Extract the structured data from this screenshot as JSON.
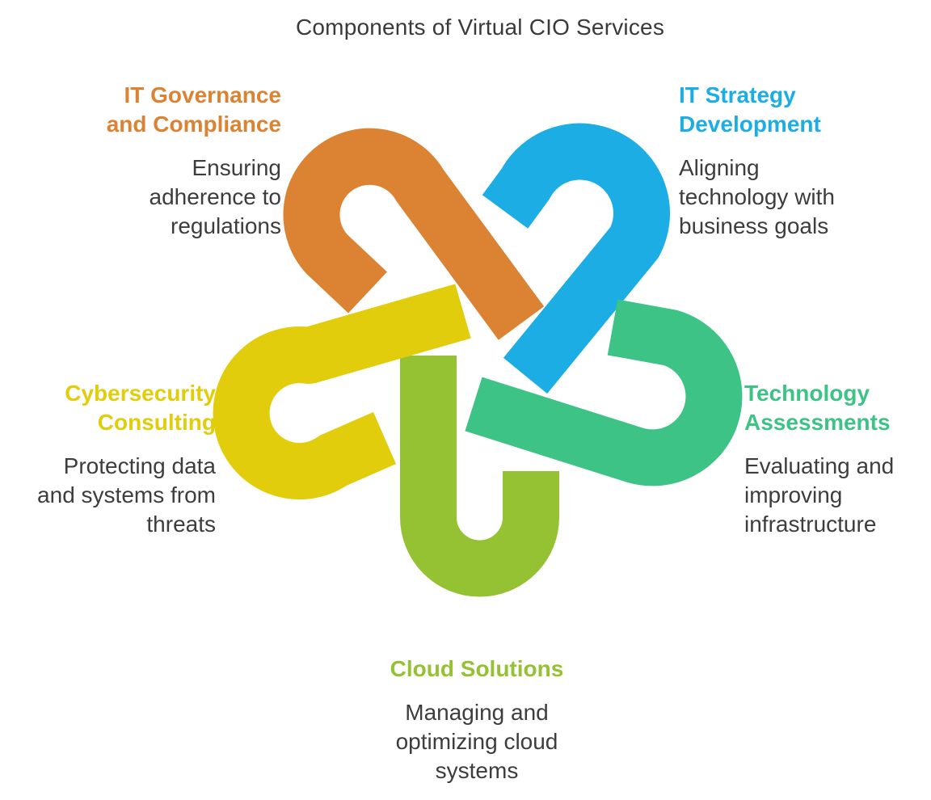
{
  "title": "Components of Virtual CIO Services",
  "components": [
    {
      "id": "governance",
      "heading": [
        "IT Governance",
        "and Compliance"
      ],
      "description": [
        "Ensuring",
        "adherence to",
        "regulations"
      ],
      "color": "#DB8332"
    },
    {
      "id": "strategy",
      "heading": [
        "IT Strategy",
        "Development"
      ],
      "description": [
        "Aligning",
        "technology with",
        "business goals"
      ],
      "color": "#1BADE3"
    },
    {
      "id": "assessments",
      "heading": [
        "Technology",
        "Assessments"
      ],
      "description": [
        "Evaluating and",
        "improving",
        "infrastructure"
      ],
      "color": "#3DC385"
    },
    {
      "id": "cloud",
      "heading": [
        "Cloud Solutions"
      ],
      "description": [
        "Managing and",
        "optimizing cloud",
        "systems"
      ],
      "color": "#95C232"
    },
    {
      "id": "cybersecurity",
      "heading": [
        "Cybersecurity",
        "Consulting"
      ],
      "description": [
        "Protecting data",
        "and systems from",
        "threats"
      ],
      "color": "#E1CD0B"
    }
  ]
}
